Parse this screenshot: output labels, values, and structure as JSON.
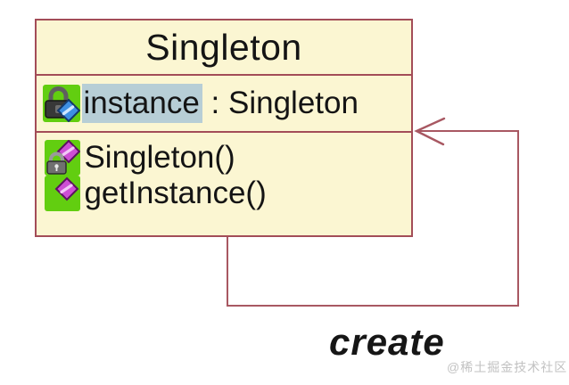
{
  "diagram": {
    "class": {
      "title": "Singleton",
      "fields": [
        {
          "name": "instance",
          "type": " : Singleton",
          "icon": "static-private-field-icon",
          "highlighted": true
        }
      ],
      "methods": [
        {
          "label": "Singleton()",
          "icon": "private-constructor-icon"
        },
        {
          "label": "getInstance()",
          "icon": "static-method-icon"
        }
      ]
    },
    "association": {
      "label": "create",
      "kind": "self-reference-open-arrow"
    },
    "watermark": "@稀土掘金技术社区",
    "colors": {
      "box_fill": "#fbf6d2",
      "box_border": "#a34d58",
      "arrow": "#a85862",
      "field_highlight": "#b7ced6",
      "icon_green": "#62ce10",
      "diamond_blue": "#3e8fe3",
      "diamond_magenta": "#cd4fd4",
      "lock_gray": "#707070",
      "text": "#141414",
      "watermark_gray": "#c2c2c2"
    }
  }
}
